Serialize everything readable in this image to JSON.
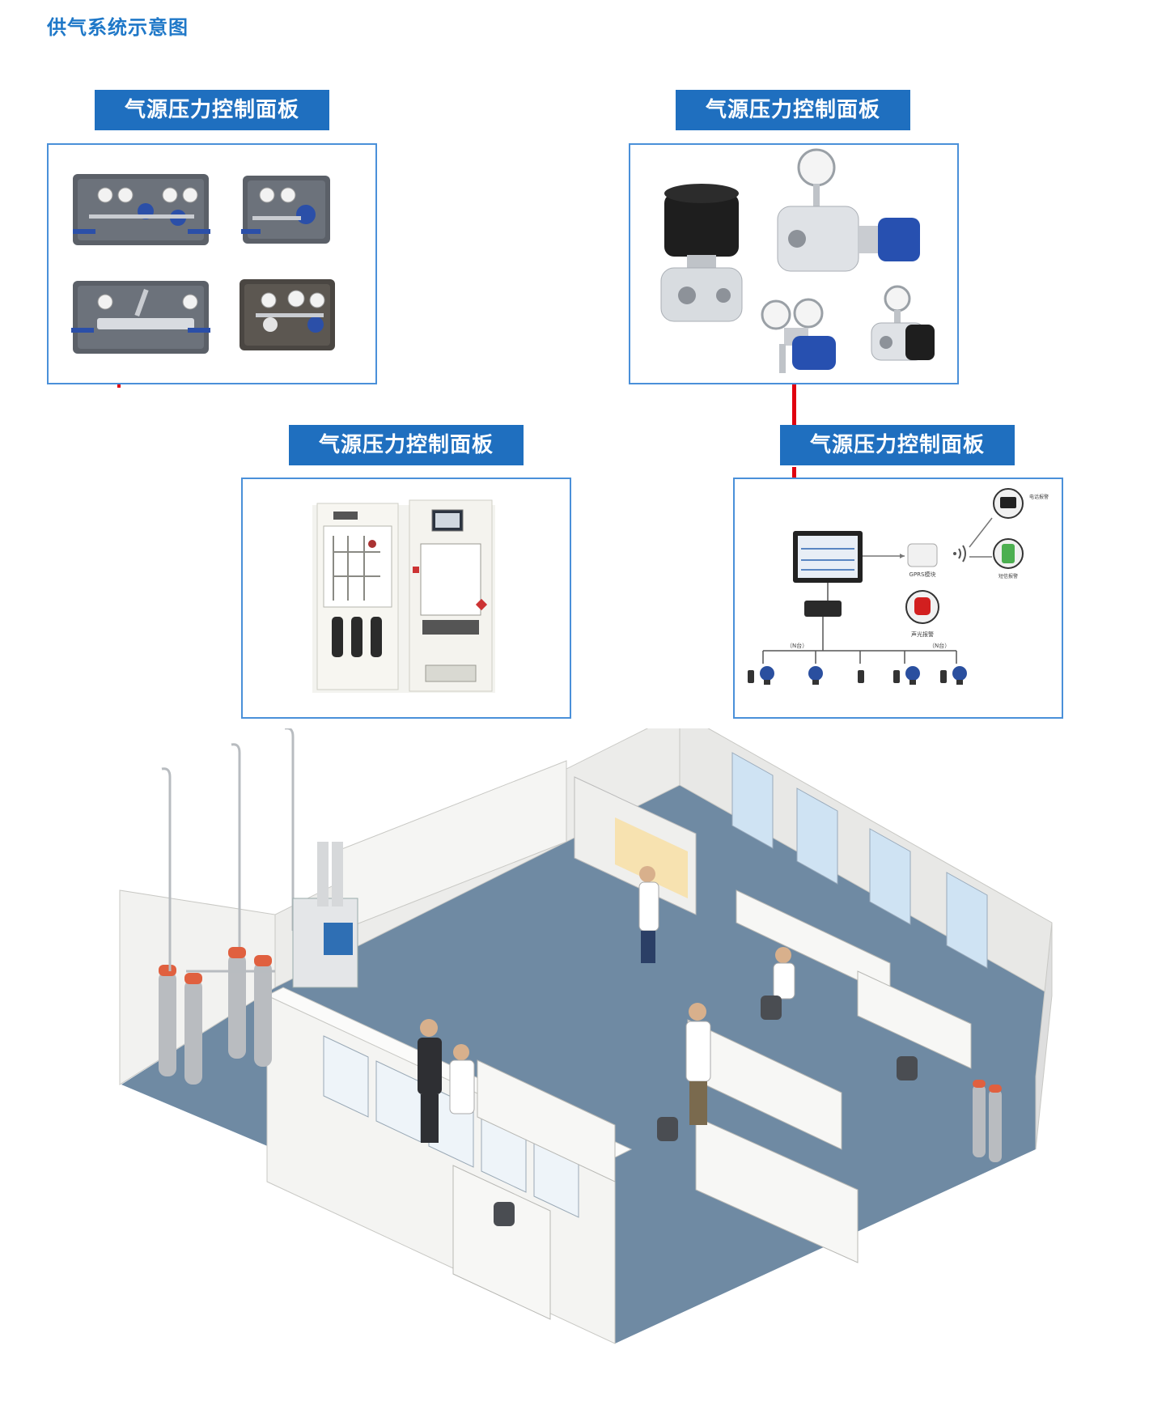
{
  "title": "供气系统示意图",
  "panels": [
    {
      "label": "气源压力控制面板"
    },
    {
      "label": "气源压力控制面板"
    },
    {
      "label": "气源压力控制面板"
    },
    {
      "label": "气源压力控制面板"
    }
  ],
  "monitor": {
    "gprs_label": "GPRS模块",
    "phone_label": "电话报警",
    "sms_label": "短信报警",
    "alarm_label": "声光报警",
    "bus_left": "（N台）",
    "bus_right": "（N台）"
  },
  "colors": {
    "accent": "#1f6fbf",
    "title": "#1f78c8",
    "panel_border": "#4a90d9",
    "connector": "#e0000f",
    "floor": "#6f8aa3"
  }
}
